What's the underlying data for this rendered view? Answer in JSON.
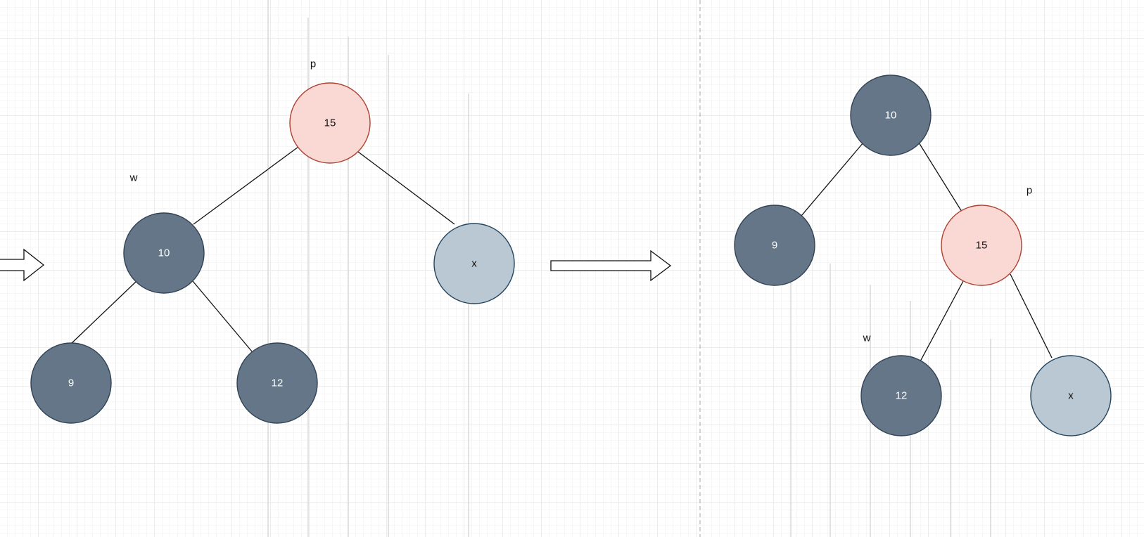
{
  "colors": {
    "black_node_fill": "#647687",
    "black_node_stroke": "#314354",
    "red_node_fill": "#fad9d5",
    "red_node_stroke": "#ae4132",
    "x_node_fill": "#bac8d3",
    "x_node_stroke": "#23445d",
    "black_node_text": "#ffffff",
    "dark_text": "#111111",
    "edge": "#111111",
    "divider": "#b3b3b3"
  },
  "before": {
    "nodes": {
      "n15": "15",
      "n10": "10",
      "n9": "9",
      "n12": "12",
      "nx": "x"
    },
    "labels": {
      "p": "p",
      "w": "w"
    }
  },
  "after": {
    "nodes": {
      "n10": "10",
      "n9": "9",
      "n15": "15",
      "n12": "12",
      "nx": "x"
    },
    "labels": {
      "p": "p",
      "w": "w"
    }
  },
  "icons": [
    "right-arrow-icon",
    "transition-arrow-icon"
  ]
}
